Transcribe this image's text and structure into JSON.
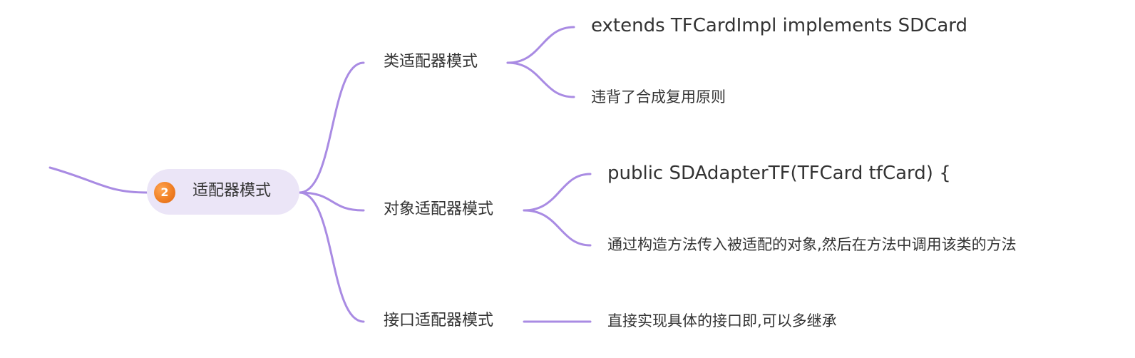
{
  "diagram": {
    "line_color": "#a98be3",
    "central_fill": "#ebe5f7",
    "badge_color": "#f07f24",
    "central": {
      "badge": "2",
      "label": "适配器模式"
    },
    "branches": [
      {
        "label": "类适配器模式",
        "children": [
          "extends TFCardImpl implements SDCard",
          "违背了合成复用原则"
        ]
      },
      {
        "label": "对象适配器模式",
        "children": [
          "public SDAdapterTF(TFCard tfCard) {",
          "通过构造方法传入被适配的对象,然后在方法中调用该类的方法"
        ]
      },
      {
        "label": "接口适配器模式",
        "children": [
          "直接实现具体的接口即,可以多继承"
        ]
      }
    ]
  }
}
